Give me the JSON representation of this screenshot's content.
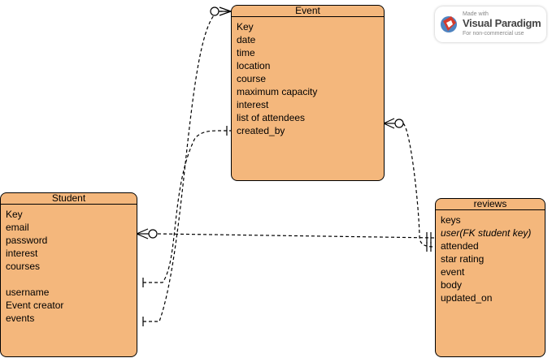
{
  "colors": {
    "entity_fill": "#f4b77c",
    "line": "#000000",
    "logo_red": "#d63a2b",
    "logo_blue": "#2f6db5"
  },
  "event": {
    "title": "Event",
    "attributes": [
      "Key",
      "date",
      "time",
      "location",
      "course",
      "maximum capacity",
      "interest",
      "list of attendees",
      "created_by"
    ]
  },
  "student": {
    "title": "Student",
    "attributes": [
      "Key",
      "email",
      "password",
      "interest",
      "courses",
      "",
      "username",
      "Event creator",
      "events"
    ]
  },
  "reviews": {
    "title": "reviews",
    "attributes": [
      {
        "text": "keys",
        "italic": false
      },
      {
        "text": "user(FK student key)",
        "italic": true
      },
      {
        "text": "attended",
        "italic": false
      },
      {
        "text": "star rating",
        "italic": false
      },
      {
        "text": "event",
        "italic": false
      },
      {
        "text": "body",
        "italic": false
      },
      {
        "text": "updated_on",
        "italic": false
      }
    ]
  },
  "logo": {
    "made_with": "Made with",
    "name": "Visual Paradigm",
    "subtitle": "For non-commercial use"
  }
}
